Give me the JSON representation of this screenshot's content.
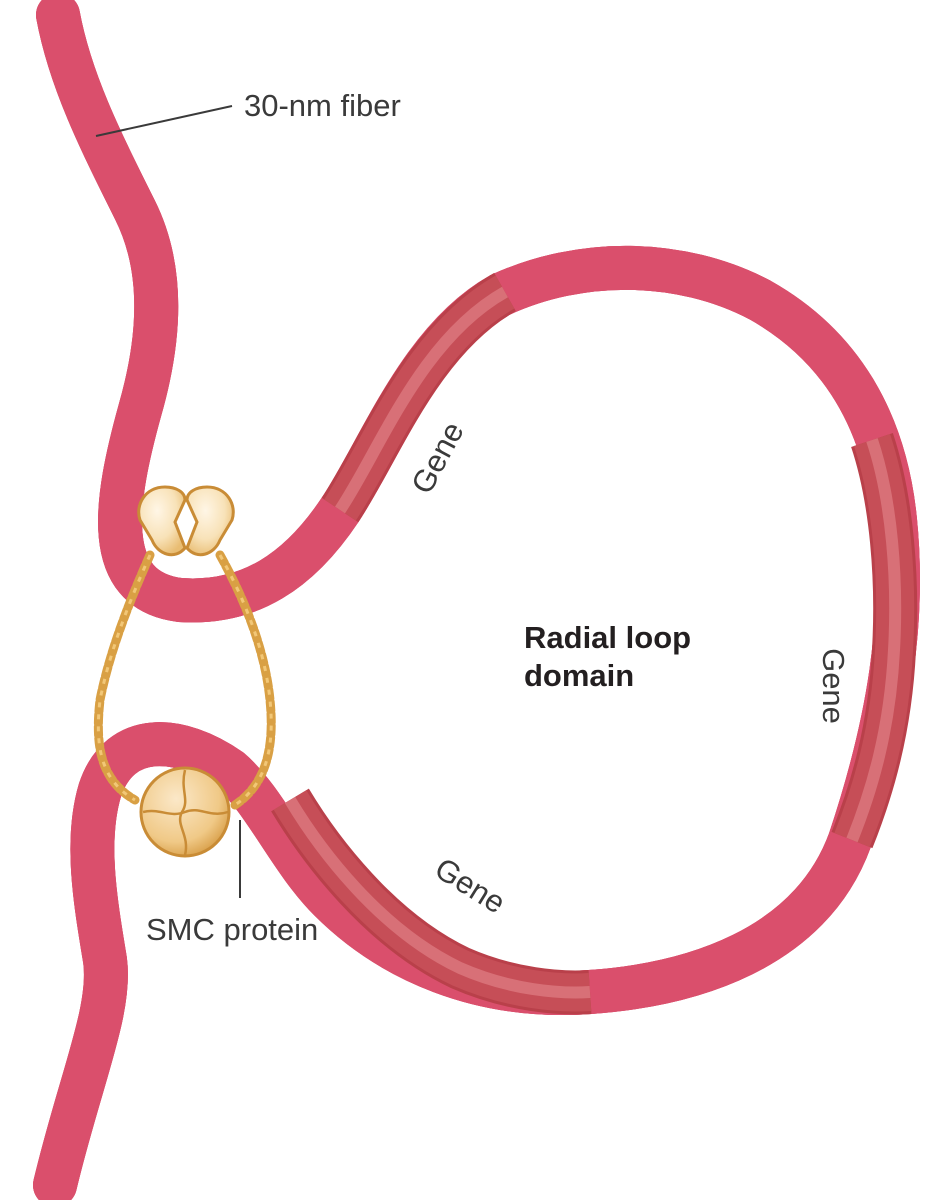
{
  "labels": {
    "fiber": "30-nm fiber",
    "smc": "SMC protein",
    "domain_line1": "Radial loop",
    "domain_line2": "domain",
    "gene_top": "Gene",
    "gene_right": "Gene",
    "gene_bottom": "Gene"
  },
  "colors": {
    "fiber_light": "#e9687f",
    "fiber_highlight": "#f6a4b3",
    "gene_dark": "#c64e57",
    "gene_highlight": "#df7f85",
    "protein_gold": "#d9a044",
    "protein_fill": "#f6ddb0"
  }
}
